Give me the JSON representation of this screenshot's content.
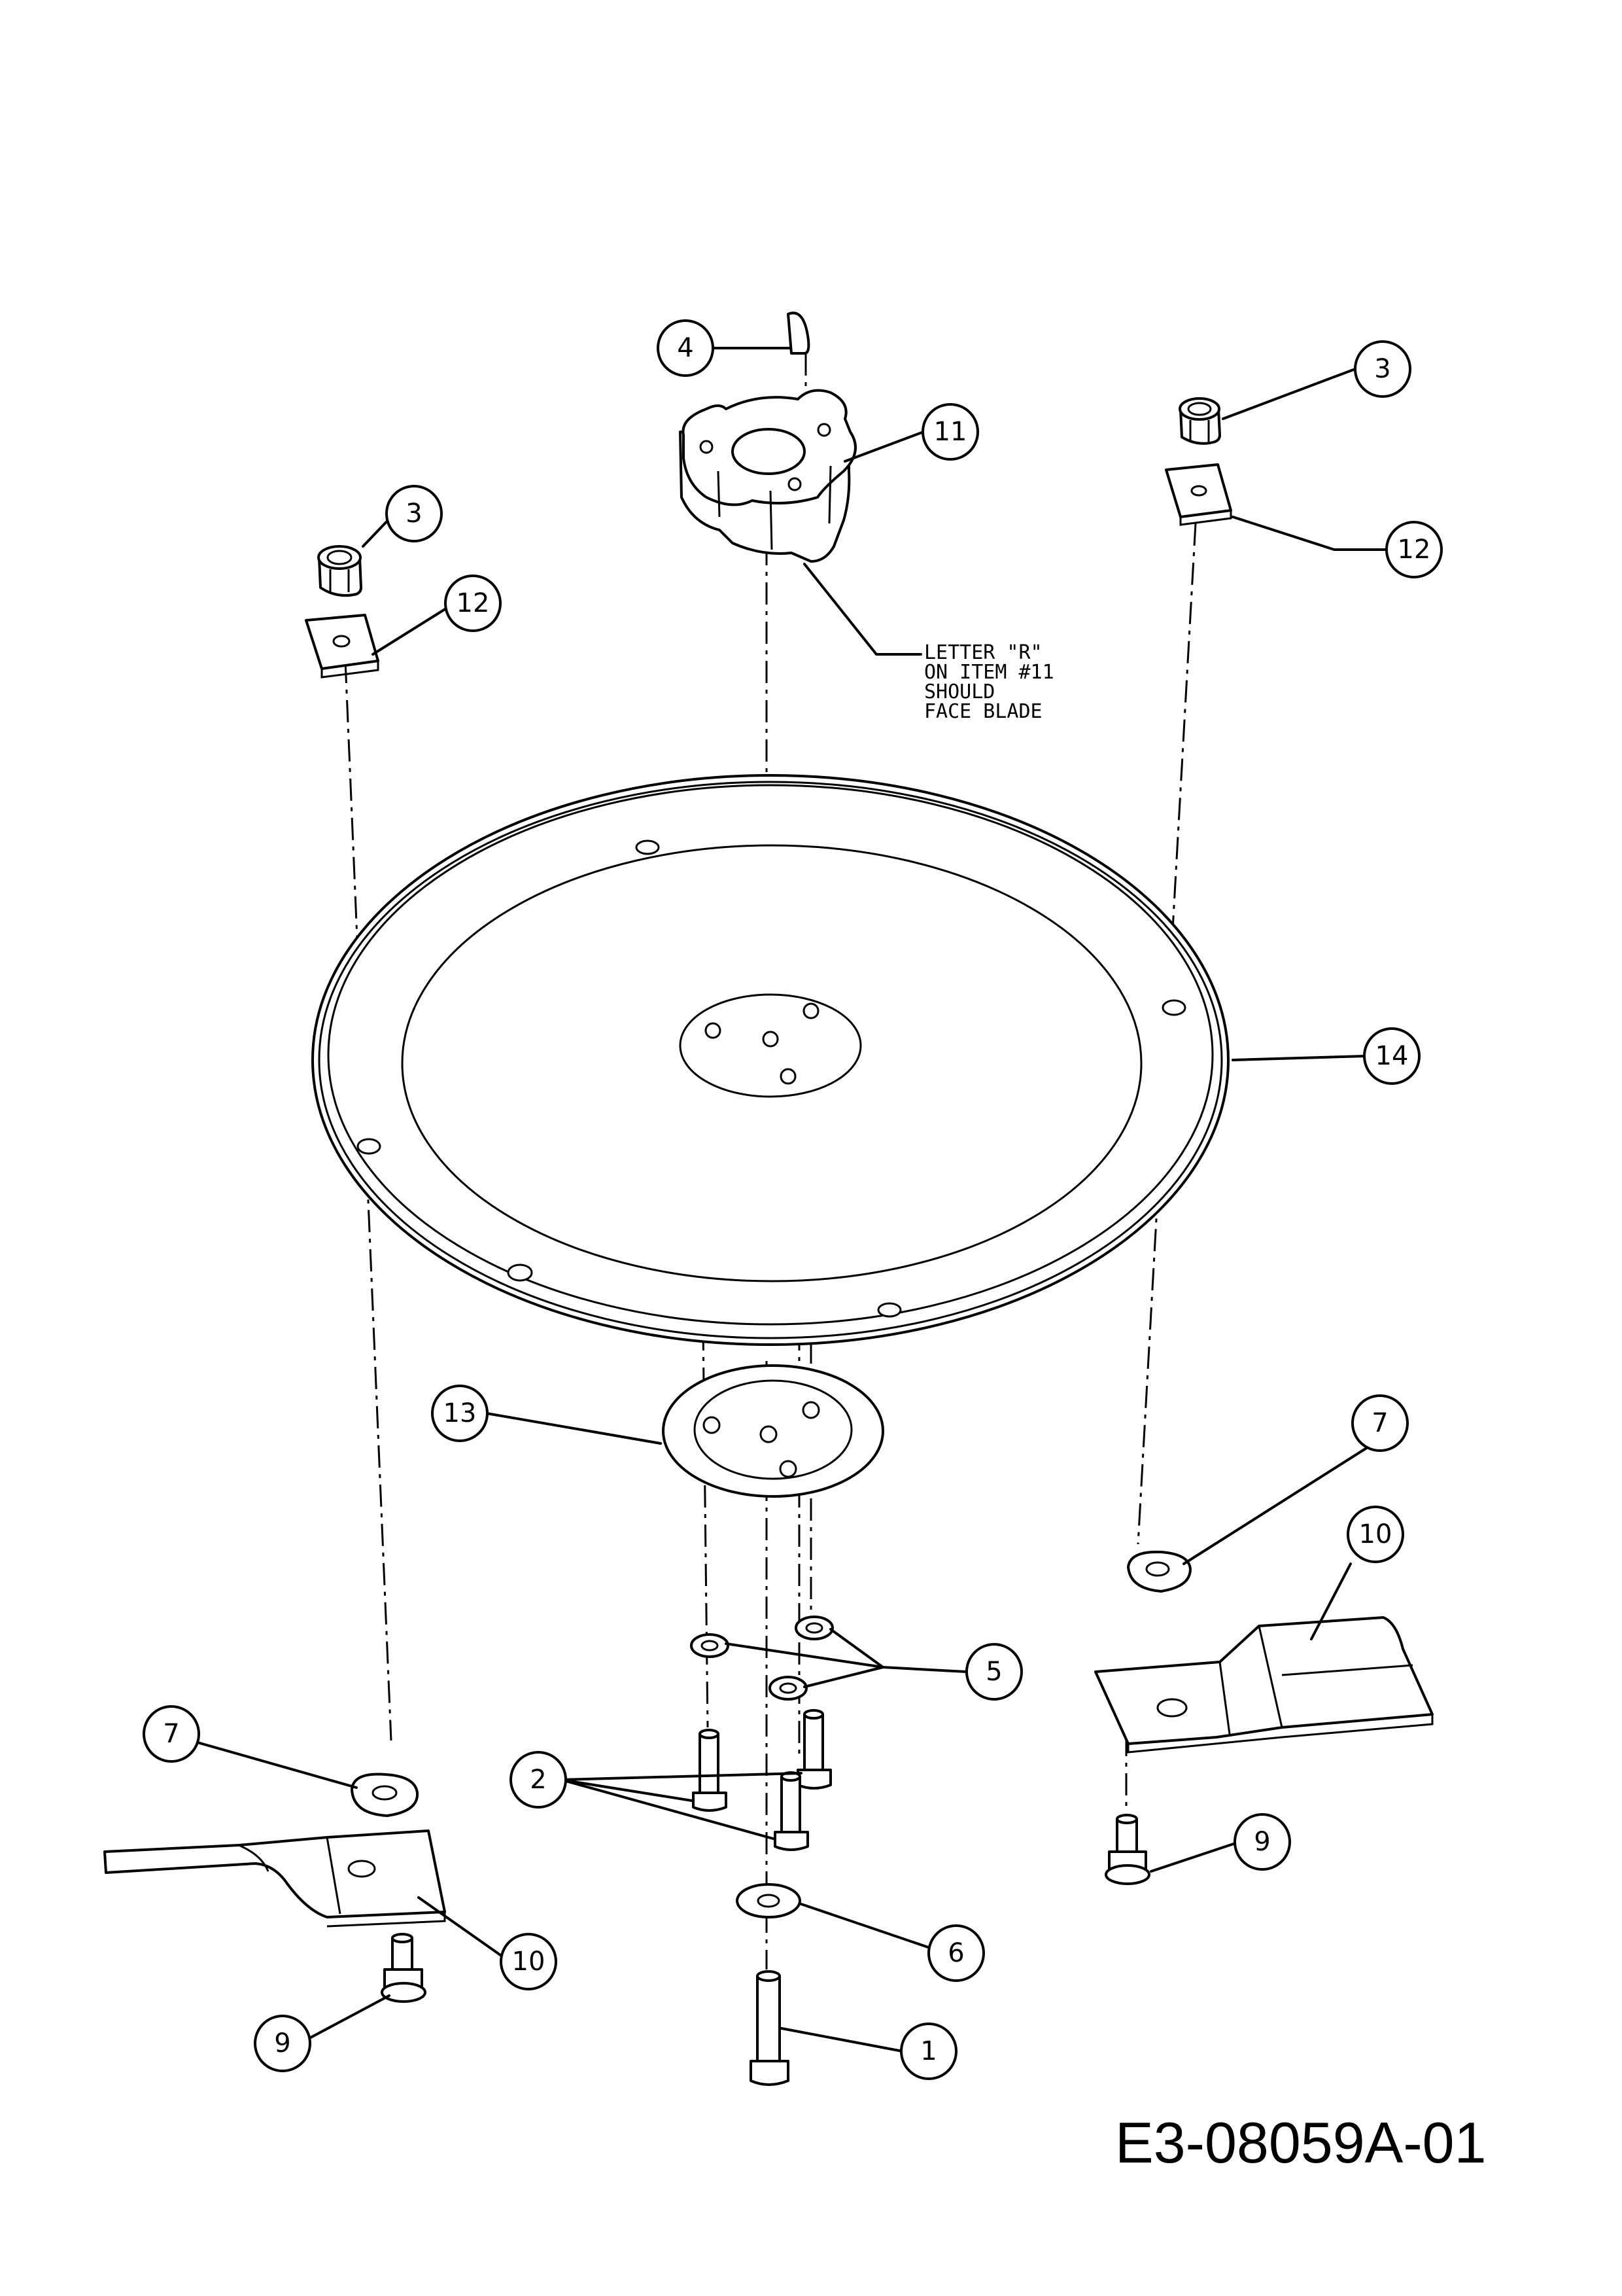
{
  "callouts": [
    {
      "key": "c1",
      "label": "1"
    },
    {
      "key": "c2",
      "label": "2"
    },
    {
      "key": "c3a",
      "label": "3"
    },
    {
      "key": "c3b",
      "label": "3"
    },
    {
      "key": "c4",
      "label": "4"
    },
    {
      "key": "c5",
      "label": "5"
    },
    {
      "key": "c6",
      "label": "6"
    },
    {
      "key": "c7a",
      "label": "7"
    },
    {
      "key": "c7b",
      "label": "7"
    },
    {
      "key": "c9a",
      "label": "9"
    },
    {
      "key": "c9b",
      "label": "9"
    },
    {
      "key": "c10a",
      "label": "10"
    },
    {
      "key": "c10b",
      "label": "10"
    },
    {
      "key": "c11",
      "label": "11"
    },
    {
      "key": "c12a",
      "label": "12"
    },
    {
      "key": "c12b",
      "label": "12"
    },
    {
      "key": "c13",
      "label": "13"
    },
    {
      "key": "c14",
      "label": "14"
    }
  ],
  "note": {
    "lines": [
      "LETTER \"R\"",
      "ON ITEM #11",
      "SHOULD",
      "FACE BLADE"
    ]
  },
  "drawing_code": "E3-08059A-01"
}
